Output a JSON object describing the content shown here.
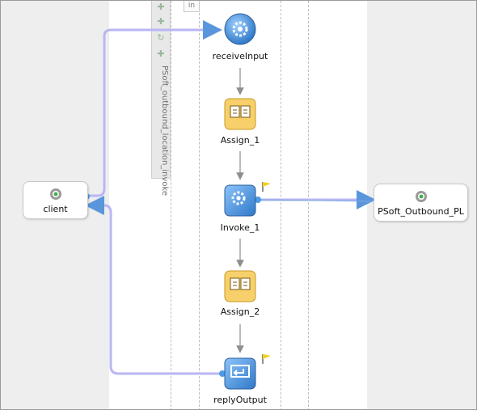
{
  "scope": {
    "label": "PSoft_outbound_location_invoke",
    "tab_stub": "in"
  },
  "partners": {
    "client": {
      "label": "client",
      "icon": "gear-icon"
    },
    "outbound": {
      "label": "PSoft_Outbound_PL",
      "icon": "gear-icon"
    }
  },
  "activities": {
    "receive": {
      "label": "receiveInput",
      "icon": "gear-icon"
    },
    "assign1": {
      "label": "Assign_1",
      "icon": "assign-icon"
    },
    "invoke": {
      "label": "Invoke_1",
      "icon": "gear-icon"
    },
    "assign2": {
      "label": "Assign_2",
      "icon": "assign-icon"
    },
    "reply": {
      "label": "replyOutput",
      "icon": "reply-icon"
    }
  },
  "colors": {
    "link": "#b9b6f4",
    "sequence_arrow": "#8e8e8e",
    "invoke_fill": "#4d9be6",
    "assign_fill": "#f7d06c",
    "flag": "#f2cf1b"
  }
}
